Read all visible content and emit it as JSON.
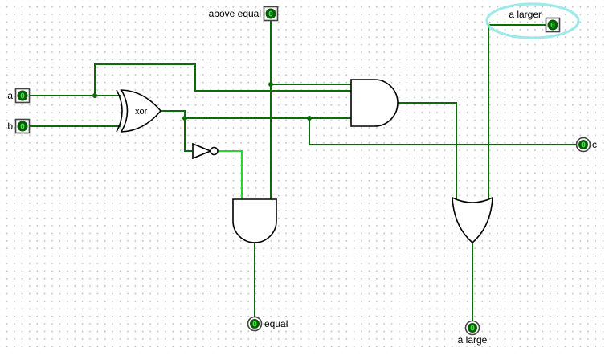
{
  "canvas": {
    "kind": "logic-circuit"
  },
  "colors": {
    "wire_low": "#0b6b0b",
    "wire_high": "#2bd42b",
    "gate_stroke": "#000000",
    "pin_border": "#444444",
    "pin_value_bg": "#085c08",
    "pin_value_fg": "#38e538",
    "label": "#000000",
    "highlight": "#8fe5e8",
    "grid_dot": "#c4c4c4"
  },
  "pins": {
    "a": {
      "label": "a",
      "value": "0",
      "type": "input"
    },
    "b": {
      "label": "b",
      "value": "0",
      "type": "input"
    },
    "above_equal": {
      "label": "above equal",
      "value": "0",
      "type": "input"
    },
    "a_larger": {
      "label": "a larger",
      "value": "0",
      "type": "input",
      "highlighted": true
    },
    "c": {
      "label": "c",
      "value": "0",
      "type": "output"
    },
    "equal": {
      "label": "equal",
      "value": "0",
      "type": "output"
    },
    "a_large": {
      "label": "a large",
      "value": "0",
      "type": "output"
    }
  },
  "gates": {
    "xor": {
      "type": "XOR",
      "label": "xor"
    },
    "not": {
      "type": "NOT"
    },
    "and_upper": {
      "type": "AND"
    },
    "and_lower": {
      "type": "AND"
    },
    "or": {
      "type": "OR"
    }
  }
}
